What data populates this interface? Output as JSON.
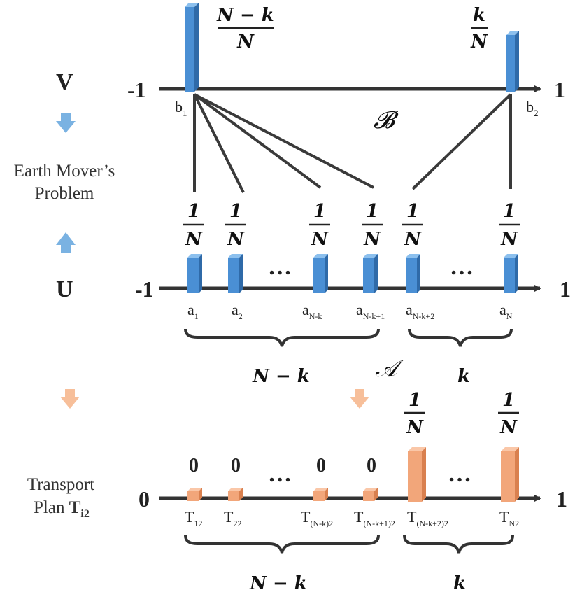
{
  "side_labels": {
    "v": "V",
    "u": "U",
    "emd_line1": "Earth Mover’s",
    "emd_line2": "Problem",
    "plan_line1": "Transport",
    "plan_line2": "Plan ",
    "plan_symbol": "T",
    "plan_sub": "i2"
  },
  "axis_v": {
    "left": "-1",
    "right": "1",
    "set": "𝓑"
  },
  "axis_u": {
    "left": "-1",
    "right": "1",
    "set": "𝒜"
  },
  "axis_t": {
    "left": "0",
    "right": "1"
  },
  "v_masses": {
    "b1_num": "N − k",
    "b1_den": "N",
    "b2_num": "k",
    "b2_den": "N"
  },
  "b_labels": [
    {
      "base": "b",
      "sub": "1"
    },
    {
      "base": "b",
      "sub": "2"
    }
  ],
  "u_mass": {
    "num": "1",
    "den": "N"
  },
  "a_labels": [
    {
      "base": "a",
      "sub": "1"
    },
    {
      "base": "a",
      "sub": "2"
    },
    {
      "base": "a",
      "sub": "N-k"
    },
    {
      "base": "a",
      "sub": "N-k+1"
    },
    {
      "base": "a",
      "sub": "N-k+2"
    },
    {
      "base": "a",
      "sub": "N"
    }
  ],
  "ellipsis": "…",
  "brace_labels": {
    "left": "N − k",
    "right": "k"
  },
  "t_zero": "0",
  "t_labels": [
    {
      "base": "T",
      "sub": "12"
    },
    {
      "base": "T",
      "sub": "22"
    },
    {
      "base": "T",
      "sub": "(N-k)2"
    },
    {
      "base": "T",
      "sub": "(N-k+1)2"
    },
    {
      "base": "T",
      "sub": "(N-k+2)2"
    },
    {
      "base": "T",
      "sub": "N2"
    }
  ],
  "colors": {
    "blue_bar": "#4a8fd4",
    "blue_dark": "#2f6aa8",
    "blue_light": "#8cc0ee",
    "orange_bar": "#f2a67a",
    "orange_dark": "#d9804f",
    "orange_light": "#fac7a8",
    "axis": "#333333",
    "arrow_blue": "#7ab2e2",
    "arrow_orange": "#f7bf9a"
  }
}
